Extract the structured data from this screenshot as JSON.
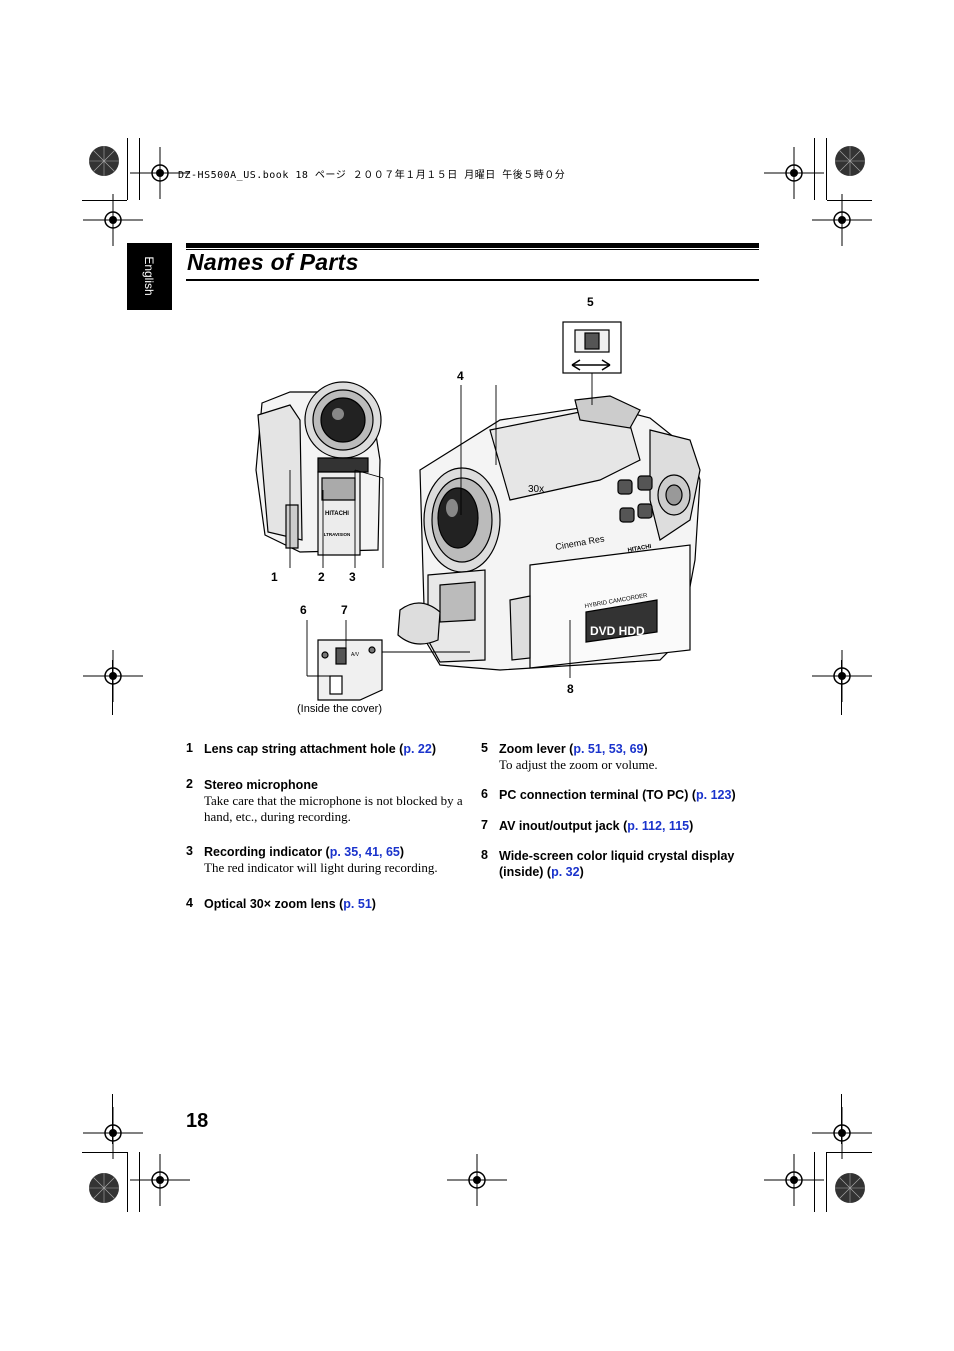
{
  "header": {
    "file_info": "DZ-HS500A_US.book  18 ページ  ２００７年１月１５日  月曜日  午後５時０分"
  },
  "side_tab": {
    "label": "English"
  },
  "page_title": "Names of Parts",
  "figure": {
    "callouts": [
      "1",
      "2",
      "3",
      "4",
      "5",
      "6",
      "7",
      "8"
    ],
    "inside_cover_caption": "(Inside the cover)",
    "camera_brand": "HITACHI",
    "zoom_mark": "30x",
    "cinema_mark": "Cinema  Res",
    "hybrid_mark": "HYBRID CAMCORDER",
    "dvd_hdd_mark": "DVD HDD",
    "av_label": "A/V",
    "lens_label": "LTRAVISION"
  },
  "items": [
    {
      "num": "1",
      "label": "Lens cap string attachment hole (",
      "ref": "p. 22",
      "close": ")"
    },
    {
      "num": "2",
      "label": "Stereo microphone",
      "desc": "Take care that the microphone is not blocked by a hand, etc., during recording."
    },
    {
      "num": "3",
      "label": "Recording indicator  (",
      "ref": "p. 35, 41, 65",
      "close": ")",
      "desc": "The red indicator will light during recording."
    },
    {
      "num": "4",
      "label": "Optical 30× zoom lens (",
      "ref": "p. 51",
      "close": ")"
    },
    {
      "num": "5",
      "label": "Zoom lever (",
      "ref": "p. 51, 53, 69",
      "close": ")",
      "desc": "To adjust the zoom or volume."
    },
    {
      "num": "6",
      "label": "PC connection terminal (TO PC) (",
      "ref": "p. 123",
      "close": ")"
    },
    {
      "num": "7",
      "label": "AV inout/output jack (",
      "ref": "p. 112, 115",
      "close": ")"
    },
    {
      "num": "8",
      "label": "Wide-screen color liquid crystal display (inside) (",
      "ref": "p. 32",
      "close": ")"
    }
  ],
  "page_number": "18",
  "colors": {
    "link": "#1a33cc",
    "ink": "#000000"
  }
}
